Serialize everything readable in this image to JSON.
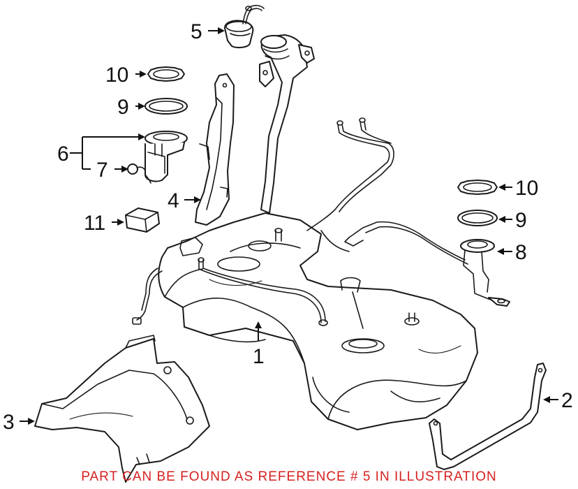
{
  "callouts": {
    "c1": "1",
    "c2": "2",
    "c3": "3",
    "c4": "4",
    "c5": "5",
    "c6": "6",
    "c7": "7",
    "c8": "8",
    "c9_left": "9",
    "c9_right": "9",
    "c10_left": "10",
    "c10_right": "10",
    "c11": "11"
  },
  "notice": {
    "text": "PART CAN BE FOUND AS REFERENCE # 5 IN ILLUSTRATION",
    "color": "#d62020"
  },
  "colors": {
    "line": "#1a1a1a",
    "background": "#ffffff"
  }
}
